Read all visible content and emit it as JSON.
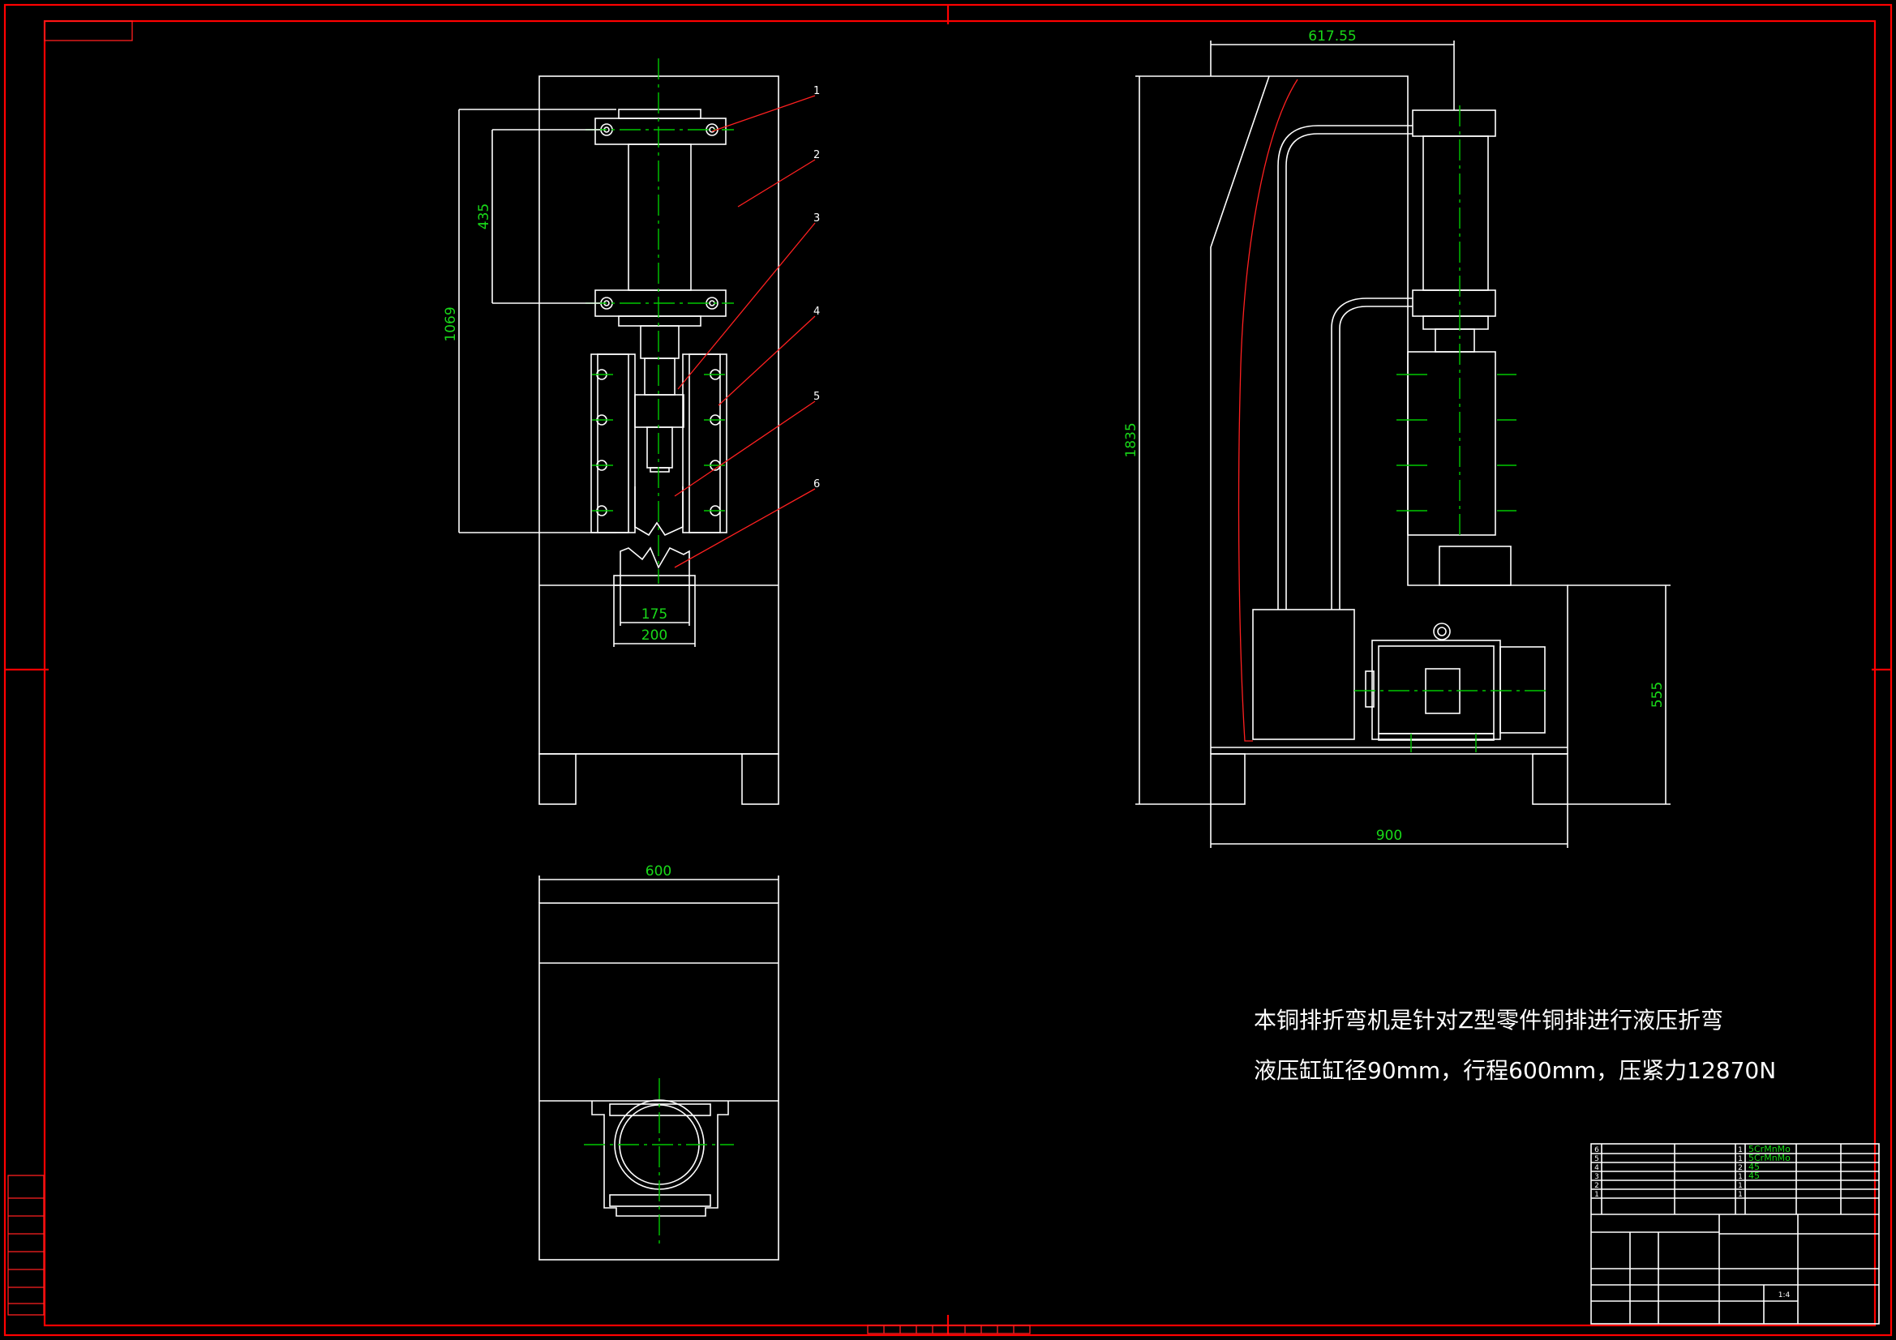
{
  "dimensions": {
    "front_height_total": "1069",
    "front_cylinder_spacing": "435",
    "front_die_inner": "175",
    "front_die_outer": "200",
    "side_top_width": "617.55",
    "side_total_height": "1835",
    "side_base_height": "555",
    "side_total_width": "900",
    "plan_width": "600"
  },
  "leaders": [
    "1",
    "2",
    "3",
    "4",
    "5",
    "6"
  ],
  "notes": {
    "line1": "本铜排折弯机是针对Z型零件铜排进行液压折弯",
    "line2": "液压缸缸径90mm，行程600mm，压紧力12870N"
  },
  "bom": [
    {
      "no": "6",
      "qty": "1",
      "material": "5CrMnMo"
    },
    {
      "no": "5",
      "qty": "1",
      "material": "5CrMnMo"
    },
    {
      "no": "4",
      "qty": "2",
      "material": "45"
    },
    {
      "no": "3",
      "qty": "1",
      "material": "45"
    },
    {
      "no": "2",
      "qty": "1",
      "material": ""
    },
    {
      "no": "1",
      "qty": "1",
      "material": ""
    }
  ],
  "title_block": {
    "scale": "1:4"
  }
}
